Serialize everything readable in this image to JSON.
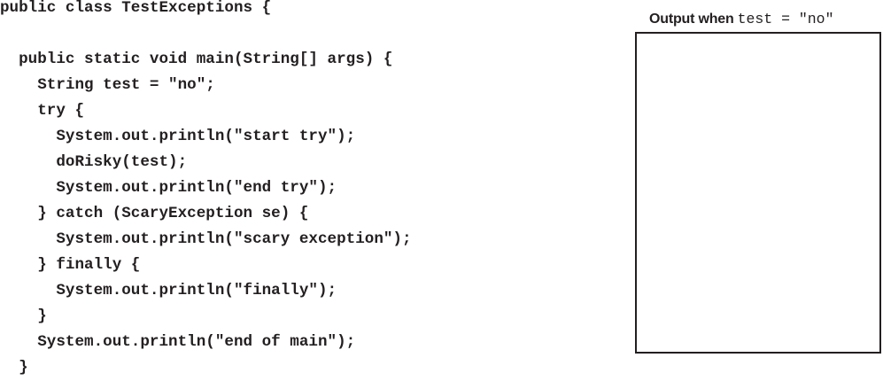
{
  "code_listing": {
    "lines": [
      "public class TestExceptions {",
      "",
      "  public static void main(String[] args) {",
      "    String test = \"no\";",
      "    try {",
      "      System.out.println(\"start try\");",
      "      doRisky(test);",
      "      System.out.println(\"end try\");",
      "    } catch (ScaryException se) {",
      "      System.out.println(\"scary exception\");",
      "    } finally {",
      "      System.out.println(\"finally\");",
      "    }",
      "    System.out.println(\"end of main\");",
      "  }"
    ]
  },
  "output_panel": {
    "caption_label": "Output when",
    "caption_expression": "test = \"no\"",
    "content": ""
  }
}
